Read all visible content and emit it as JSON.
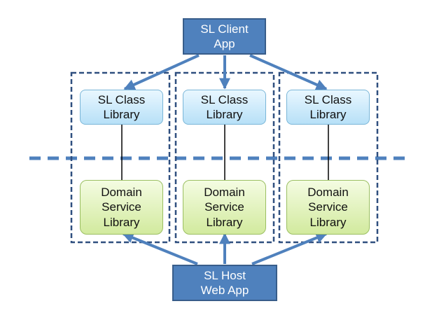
{
  "colors": {
    "app_fill": "#4f81bd",
    "app_border": "#385d8a",
    "arrow": "#4f81bd",
    "dashed_frame": "#2f4f7f",
    "separator": "#4f81bd",
    "sl_library_fill": "#cdeefb",
    "domain_library_fill": "#e6f5c4"
  },
  "client_app": {
    "label": "SL Client\nApp"
  },
  "host_app": {
    "label": "SL Host\nWeb App"
  },
  "columns": [
    {
      "sl_library": "SL Class\nLibrary",
      "domain_library": "Domain\nService\nLibrary"
    },
    {
      "sl_library": "SL Class\nLibrary",
      "domain_library": "Domain\nService\nLibrary"
    },
    {
      "sl_library": "SL Class\nLibrary",
      "domain_library": "Domain\nService\nLibrary"
    }
  ]
}
